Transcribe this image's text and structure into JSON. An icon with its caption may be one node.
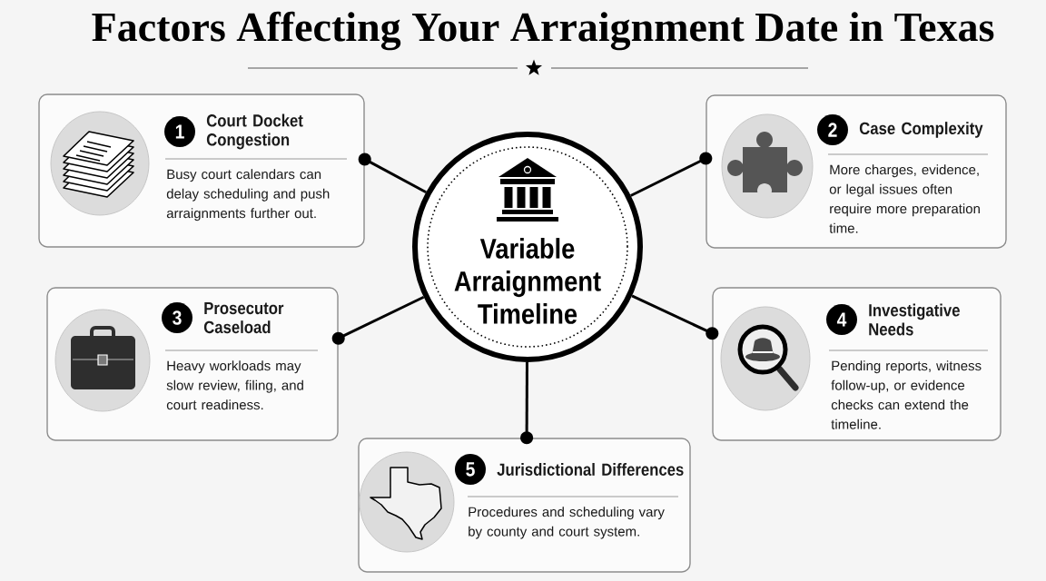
{
  "diagram": {
    "title": "Factors Affecting Your Arraignment Date in Texas",
    "nodes": [
      {
        "text": [
          "Variable Arraignment Timeline"
        ]
      },
      {
        "text": [
          "Court Docket Congestion",
          "Busy court calendars can delay scheduling and push arraignments further out."
        ]
      },
      {
        "text": [
          "1"
        ],
        "in": 1
      },
      {
        "text": [
          "Case Complexity",
          "More charges, evidence, or legal issues often require more preparation time."
        ]
      },
      {
        "text": [
          "2"
        ],
        "in": 3
      },
      {
        "text": [
          "Prosecutor Caseload",
          "Heavy workloads may slow review, filing, and court readiness."
        ]
      },
      {
        "text": [
          "3"
        ],
        "in": 5
      },
      {
        "text": [
          "Investigative Needs",
          "Pending reports, witness follow-up, or evidence checks can extend the timeline."
        ]
      },
      {
        "text": [
          "4"
        ],
        "in": 7
      },
      {
        "text": [
          "Jurisdictional Differences",
          "Procedures and scheduling vary by county and court system."
        ]
      },
      {
        "text": [
          "5"
        ],
        "in": 9
      }
    ],
    "edges": [
      {
        "from": 0,
        "to": 1,
        "arrow": "other"
      },
      {
        "from": 0,
        "to": 3,
        "arrow": "other"
      },
      {
        "from": 0,
        "to": 5,
        "arrow": "other"
      },
      {
        "from": 0,
        "to": 7,
        "arrow": "other"
      },
      {
        "from": 0,
        "to": 9,
        "arrow": "other"
      }
    ]
  }
}
